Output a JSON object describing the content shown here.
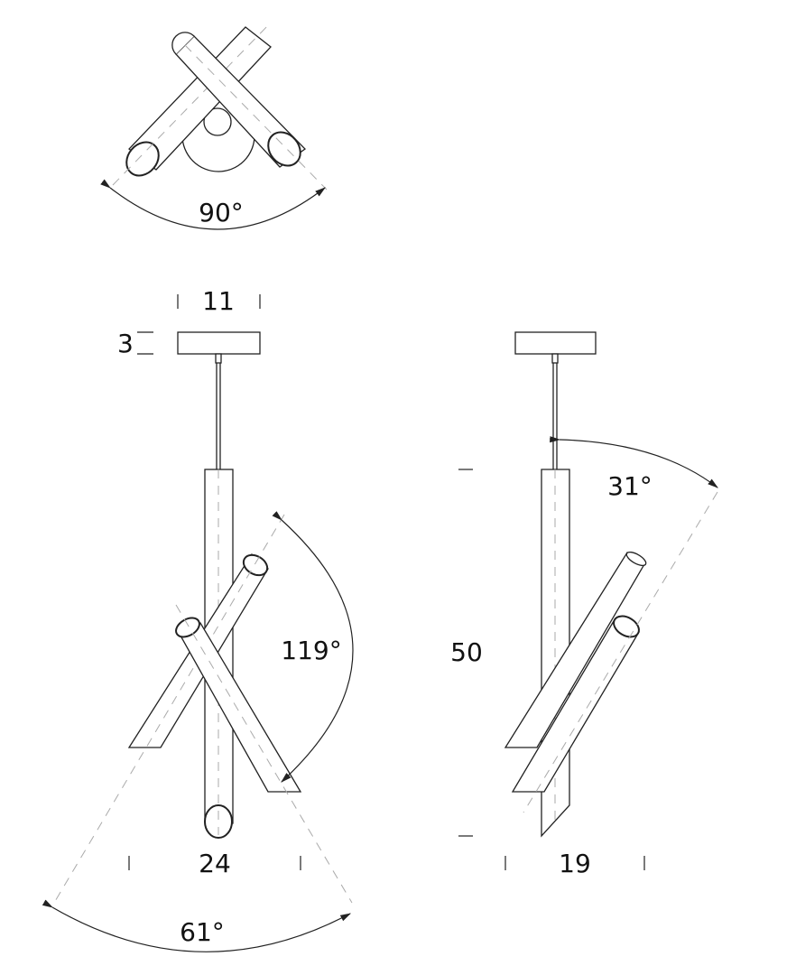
{
  "title": "Pendant lamp dimension drawing",
  "dimensions": {
    "top_view_angle": "90°",
    "canopy_width": "11",
    "canopy_height": "3",
    "front_rotation_angle": "119°",
    "front_width": "24",
    "front_spread_angle": "61°",
    "side_tilt_angle": "31°",
    "height": "50",
    "side_width": "19"
  }
}
